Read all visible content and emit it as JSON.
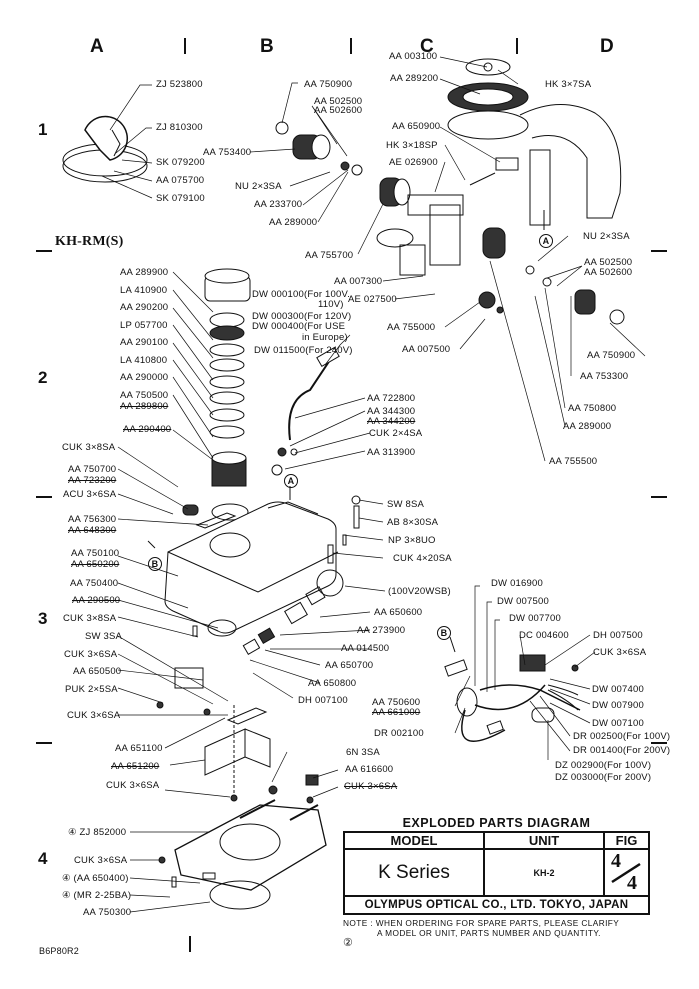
{
  "columns": [
    "A",
    "B",
    "C",
    "D"
  ],
  "rows": [
    "1",
    "2",
    "3",
    "4"
  ],
  "section_label": "KH-RM(S)",
  "parts": {
    "zj523800": "ZJ 523800",
    "zj810300": "ZJ 810300",
    "sk079200": "SK 079200",
    "aa075700": "AA 075700",
    "sk079100": "SK 079100",
    "aa750900_top": "AA 750900",
    "aa502500_top": "AA 502500",
    "aa502600_top": "AA 502600",
    "aa753400": "AA 753400",
    "nu2x3sa_top": "NU 2×3SA",
    "aa233700": "AA 233700",
    "aa289000_top": "AA 289000",
    "aa755700": "AA 755700",
    "aa003100": "AA 003100",
    "aa289200": "AA 289200",
    "hk3x7sa": "HK 3×7SA",
    "aa650900": "AA 650900",
    "hk3x18sp": "HK 3×18SP",
    "ae026900": "AE 026900",
    "nu2x3sa_right": "NU 2×3SA",
    "aa502500_right": "AA 502500",
    "aa502600_right": "AA 502600",
    "aa007300": "AA 007300",
    "ae027500": "AE 027500",
    "aa755000": "AA 755000",
    "aa007500": "AA 007500",
    "aa750900_right": "AA 750900",
    "aa753300": "AA 753300",
    "aa750800": "AA 750800",
    "aa289000_right": "AA 289000",
    "aa755500": "AA 755500",
    "aa289900": "AA 289900",
    "la410900": "LA 410900",
    "aa290200": "AA 290200",
    "lp057700": "LP 057700",
    "aa290100": "AA 290100",
    "la410800": "LA 410800",
    "aa290000": "AA 290000",
    "aa750500": "AA 750500",
    "aa289800": "AA 289800",
    "aa290400": "AA 290400",
    "cuk3x8sa_2": "CUK 3×8SA",
    "dw000100": "DW 000100(For 100V.",
    "dw000100b": "110V)",
    "dw000300": "DW 000300(For 120V)",
    "dw000400": "DW 000400(For USE",
    "dw000400b": "in Europe)",
    "dw011500": "DW 011500(For 240V)",
    "aa722800": "AA 722800",
    "aa344300": "AA 344300",
    "aa344200": "AA 344200",
    "cuk2x4sa": "CUK 2×4SA",
    "aa313900": "AA 313900",
    "aa750700": "AA 750700",
    "aa723200": "AA 723200",
    "acu3x6sa": "ACU 3×6SA",
    "aa756300": "AA 756300",
    "aa648300": "AA 648300",
    "aa750100": "AA 750100",
    "aa650200": "AA 650200",
    "sw8sa": "SW 8SA",
    "ab8x30sa": "AB 8×30SA",
    "np3x8uo": "NP 3×8UO",
    "cuk4x20sa": "CUK 4×20SA",
    "aa750400": "AA 750400",
    "aa290500": "AA 290500",
    "cuk3x8sa_3": "CUK 3×8SA",
    "sw3sa": "SW 3SA",
    "cuk3x6sa_3a": "CUK 3×6SA",
    "aa650500": "AA 650500",
    "puk2x5sa": "PUK 2×5SA",
    "cuk3x6sa_3b": "CUK 3×6SA",
    "bulb": "(100V20WSB)",
    "aa650600": "AA 650600",
    "aa273900": "AA 273900",
    "aa014500": "AA 014500",
    "aa650700": "AA 650700",
    "aa650800": "AA 650800",
    "dh007100": "DH 007100",
    "aa651100": "AA 651100",
    "aa651200": "AA 651200",
    "cuk3x6sa_4a": "CUK 3×6SA",
    "gn3sa": "6N 3SA",
    "aa616600": "AA 616600",
    "cuk3x6sa_strike": "CUK 3×6SA",
    "dw016900": "DW 016900",
    "dw007500": "DW 007500",
    "dw007700": "DW 007700",
    "dc004600": "DC 004600",
    "dh007500": "DH 007500",
    "cuk3x6sa_w": "CUK 3×6SA",
    "aa750600": "AA 750600",
    "aa661000": "AA 661000",
    "dw007400": "DW 007400",
    "dw007900": "DW 007900",
    "dw007100": "DW 007100",
    "dr002100": "DR 002100",
    "dr002500": "DR 002500(For 100V)",
    "dr001400": "DR 001400(For 200V)",
    "dz002900": "DZ 002900(For 100V)",
    "dz003000": "DZ 003000(For 200V)",
    "zj852000": "④ ZJ 852000",
    "cuk3x6sa_4b": "CUK 3×6SA",
    "aa650400": "④ (AA 650400)",
    "mr225ba": "④ (MR 2-25BA)",
    "aa750300": "AA 750300"
  },
  "callouts": {
    "a": "A",
    "b": "B"
  },
  "title_block": {
    "title": "EXPLODED PARTS DIAGRAM",
    "model_header": "MODEL",
    "unit_header": "UNIT",
    "fig_header": "FIG",
    "model": "K Series",
    "unit": "KH-2",
    "fig_num": "4",
    "fig_den": "4",
    "company": "OLYMPUS OPTICAL CO., LTD. TOKYO, JAPAN"
  },
  "note": {
    "line1": "NOTE : WHEN ORDERING FOR SPARE PARTS, PLEASE CLARIFY",
    "line2": "A MODEL OR UNIT, PARTS NUMBER AND QUANTITY.",
    "mark": "②"
  },
  "doc_code": "B6P80R2"
}
